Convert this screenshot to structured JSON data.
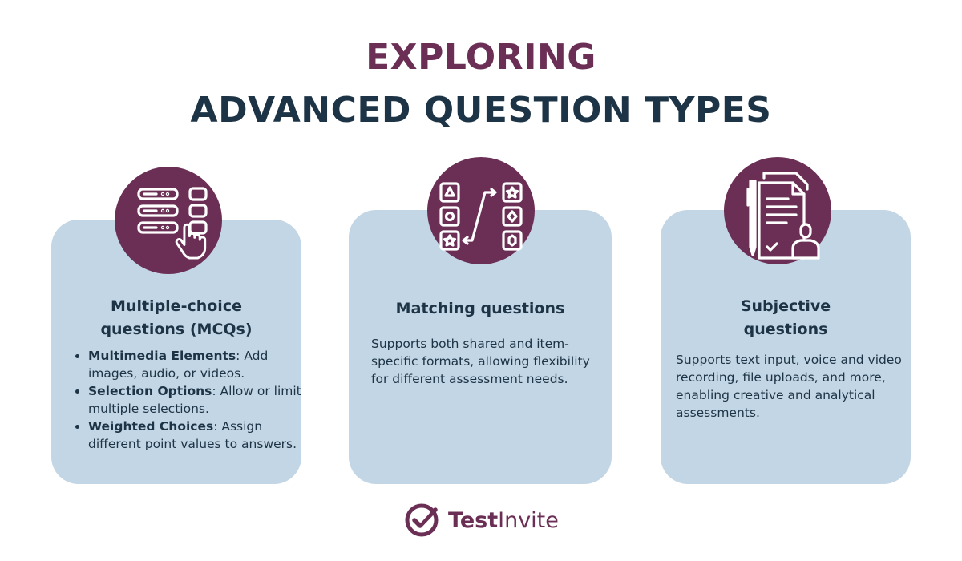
{
  "header": {
    "title_line1": "EXPLORING",
    "title_line2": "ADVANCED QUESTION TYPES"
  },
  "cards": [
    {
      "icon": "multiple-choice-icon",
      "title_line1": "Multiple-choice",
      "title_line2": "questions (MCQs)",
      "bullets": [
        {
          "term": "Multimedia Elements",
          "text": ": Add images, audio, or videos."
        },
        {
          "term": "Selection Options",
          "text": ": Allow or limit multiple selections."
        },
        {
          "term": "Weighted Choices",
          "text": ": Assign different point values to answers."
        }
      ]
    },
    {
      "icon": "matching-icon",
      "title": "Matching questions",
      "text": "Supports both shared and item-specific formats, allowing flexibility for different assessment needs."
    },
    {
      "icon": "subjective-document-icon",
      "title_line1": "Subjective",
      "title_line2": "questions",
      "text": "Supports text input, voice and video recording, file uploads, and more, enabling creative and analytical assessments."
    }
  ],
  "logo": {
    "icon": "testinvite-check-icon",
    "text_bold": "Test",
    "text_regular": "Invite"
  },
  "colors": {
    "accent": "#6b2f55",
    "navy": "#1d3446",
    "card_bg": "#c3d6e5"
  }
}
